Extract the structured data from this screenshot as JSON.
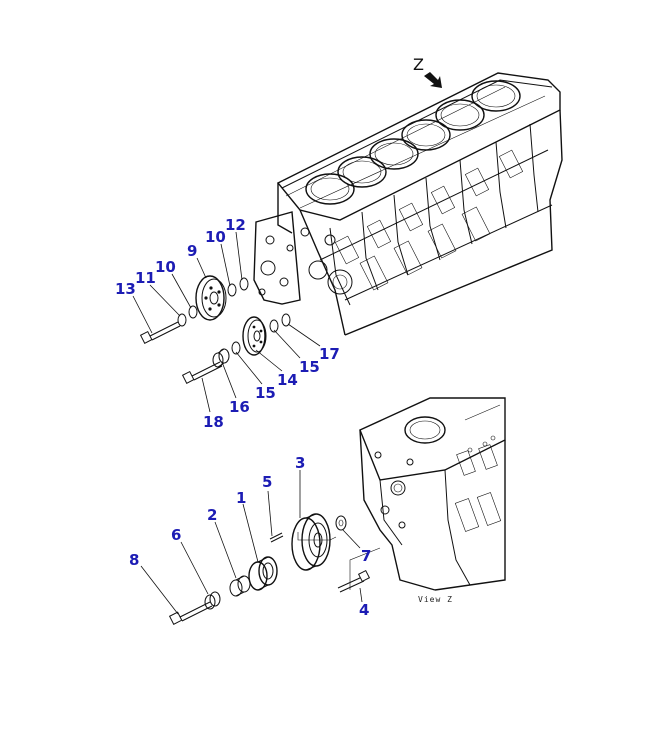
{
  "view_tag": "Z",
  "view_caption": "View Z",
  "labels": {
    "l1": "1",
    "l2": "2",
    "l3": "3",
    "l4": "4",
    "l5": "5",
    "l6": "6",
    "l7": "7",
    "l8": "8",
    "l9": "9",
    "l10a": "10",
    "l10b": "10",
    "l11": "11",
    "l12": "12",
    "l13": "13",
    "l14": "14",
    "l15a": "15",
    "l15b": "15",
    "l16": "16",
    "l17": "17",
    "l18": "18"
  },
  "colors": {
    "label": "#1c1cb4",
    "line": "#111111"
  }
}
